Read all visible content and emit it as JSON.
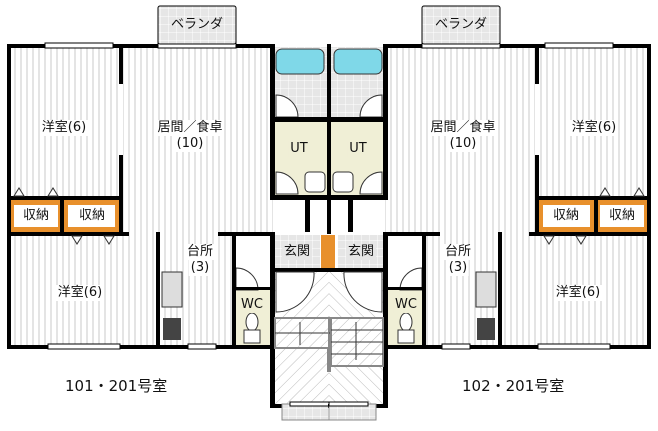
{
  "units": [
    {
      "caption": "101・201号室",
      "rooms": {
        "western_top": "洋室(6)",
        "living_name": "居間／食卓",
        "living_size": "(10)",
        "storage1": "収納",
        "storage2": "収納",
        "western_bottom": "洋室(6)",
        "kitchen_name": "台所",
        "kitchen_size": "(3)",
        "wc": "WC",
        "ut": "UT",
        "entrance": "玄関",
        "balcony": "ベランダ"
      }
    },
    {
      "caption": "102・201号室",
      "rooms": {
        "western_top": "洋室(6)",
        "living_name": "居間／食卓",
        "living_size": "(10)",
        "storage1": "収納",
        "storage2": "収納",
        "western_bottom": "洋室(6)",
        "kitchen_name": "台所",
        "kitchen_size": "(3)",
        "wc": "WC",
        "ut": "UT",
        "entrance": "玄関",
        "balcony": "ベランダ"
      }
    }
  ],
  "colors": {
    "wall": "#000000",
    "storage": "#e8902c",
    "ut_floor": "#f0efd6",
    "bath": "#7fd8e8",
    "stair_line": "#888888"
  }
}
